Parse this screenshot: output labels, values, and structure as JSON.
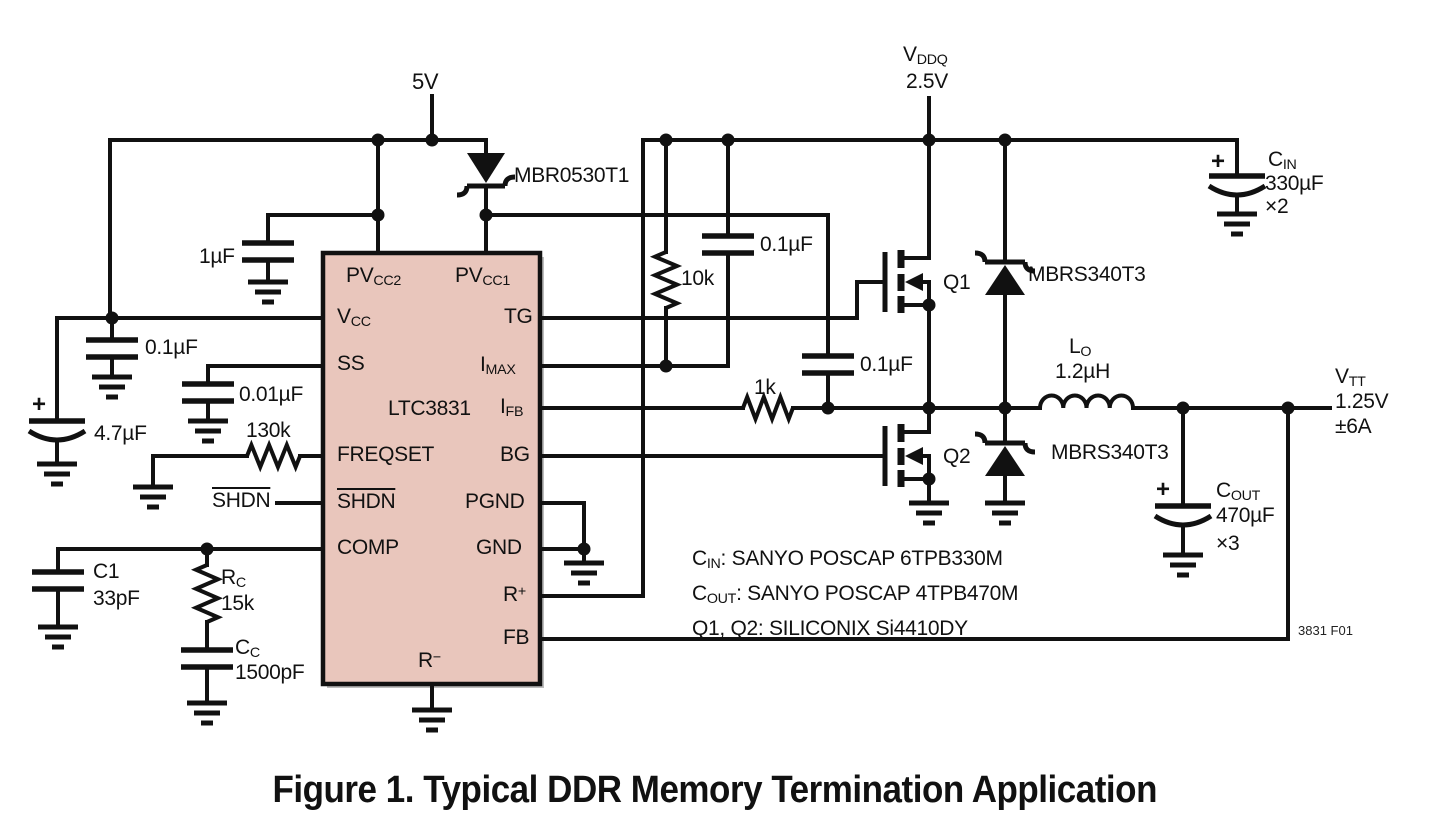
{
  "colors": {
    "ic_fill": "#e9c6bc",
    "line": "#111111",
    "background": "#ffffff"
  },
  "title": "Figure 1. Typical DDR Memory Termination Application",
  "figure_code": "3831 F01",
  "supplies": {
    "v5": "5V",
    "vddq_main": "V",
    "vddq_sub": "DDQ",
    "vddq_value": "2.5V",
    "vtt_main": "V",
    "vtt_sub": "TT",
    "vtt_value": "1.25V",
    "vtt_current": "±6A"
  },
  "ic": {
    "part": "LTC3831",
    "pins": {
      "pvcc2_main": "PV",
      "pvcc2_sub": "CC2",
      "pvcc1_main": "PV",
      "pvcc1_sub": "CC1",
      "vcc_main": "V",
      "vcc_sub": "CC",
      "tg": "TG",
      "ss": "SS",
      "imax_main": "I",
      "imax_sub": "MAX",
      "ifb_main": "I",
      "ifb_sub": "FB",
      "freqset": "FREQSET",
      "bg": "BG",
      "shdn": "SHDN",
      "pgnd": "PGND",
      "comp": "COMP",
      "gnd": "GND",
      "rplus_main": "R",
      "rplus_sup": "+",
      "fb": "FB",
      "rminus_main": "R",
      "rminus_sup": "−"
    }
  },
  "components": {
    "cap_1uf": "1µF",
    "cap_100nf_vcc": "0.1µF",
    "cap_4u7": {
      "plus": "+",
      "value": "4.7µF"
    },
    "cap_10nf": "0.01µF",
    "res_130k": "130k",
    "shdn_signal": "SHDN",
    "c1": {
      "name": "C1",
      "value": "33pF"
    },
    "rc": {
      "name_main": "R",
      "name_sub": "C",
      "value": "15k"
    },
    "cc": {
      "name_main": "C",
      "name_sub": "C",
      "value": "1500pF"
    },
    "diode_boost": "MBR0530T1",
    "res_10k": "10k",
    "cap_100nf_imax": "0.1µF",
    "cap_100nf_boost": "0.1µF",
    "res_1k": "1k",
    "q1": "Q1",
    "q2": "Q2",
    "diode_top": "MBRS340T3",
    "diode_bot": "MBRS340T3",
    "inductor": {
      "name_main": "L",
      "name_sub": "O",
      "value": "1.2µH"
    },
    "cin": {
      "plus": "+",
      "name_main": "C",
      "name_sub": "IN",
      "value": "330µF",
      "qty": "×2"
    },
    "cout": {
      "plus": "+",
      "name_main": "C",
      "name_sub": "OUT",
      "value": "470µF",
      "qty": "×3"
    }
  },
  "notes": [
    {
      "ref_main": "C",
      "ref_sub": "IN",
      "rest": ": SANYO POSCAP 6TPB330M"
    },
    {
      "ref_main": "C",
      "ref_sub": "OUT",
      "rest": ": SANYO POSCAP 4TPB470M"
    },
    {
      "ref_main": "Q1, Q2",
      "ref_sub": "",
      "rest": ": SILICONIX Si4410DY"
    }
  ]
}
